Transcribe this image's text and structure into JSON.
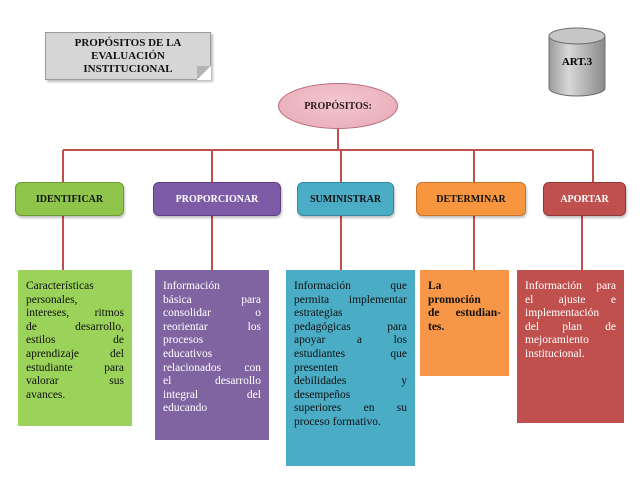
{
  "title": [
    "PROPÓSITOS DE LA",
    "EVALUACIÓN",
    "INSTITUCIONAL"
  ],
  "article_label": "ART.3",
  "center": "PROPÓSITOS:",
  "categories": [
    {
      "id": "identificar",
      "label": "IDENTIFICAR"
    },
    {
      "id": "proporcionar",
      "label": "PROPORCIONAR"
    },
    {
      "id": "suministrar",
      "label": "SUMINISTRAR"
    },
    {
      "id": "determinar",
      "label": "DETERMINAR"
    },
    {
      "id": "aportar",
      "label": "APORTAR"
    }
  ],
  "details": {
    "identificar": [
      "Características",
      "personales,",
      "intereses, ritmos",
      "de desarrollo,",
      "estilos de",
      "aprendizaje del",
      "estudiante para",
      "valorar sus",
      "avances."
    ],
    "proporcionar": [
      "Información",
      "básica para",
      "consolidar o",
      "reorientar los",
      "procesos",
      "educativos",
      "relacionados con",
      "el desarrollo",
      "integral del",
      "educando"
    ],
    "suministrar": [
      "Información que",
      "permita implementar",
      "estrategias",
      "pedagógicas para",
      "apoyar a los",
      "estudiantes que",
      "presenten",
      "debilidades y",
      "desempeños",
      "superiores en su",
      "proceso formativo."
    ],
    "determinar": [
      "La",
      "promoción",
      "de estudian-",
      "tes."
    ],
    "aportar": [
      "Información para",
      "el ajuste e",
      "implementación",
      "del plan de",
      "mejoramiento",
      "institucional."
    ]
  },
  "colors": {
    "connector": "#c0504d",
    "identificar": "#9bd35a",
    "proporcionar": "#8064a2",
    "suministrar": "#4bacc6",
    "determinar": "#f79646",
    "aportar": "#c0504d"
  }
}
